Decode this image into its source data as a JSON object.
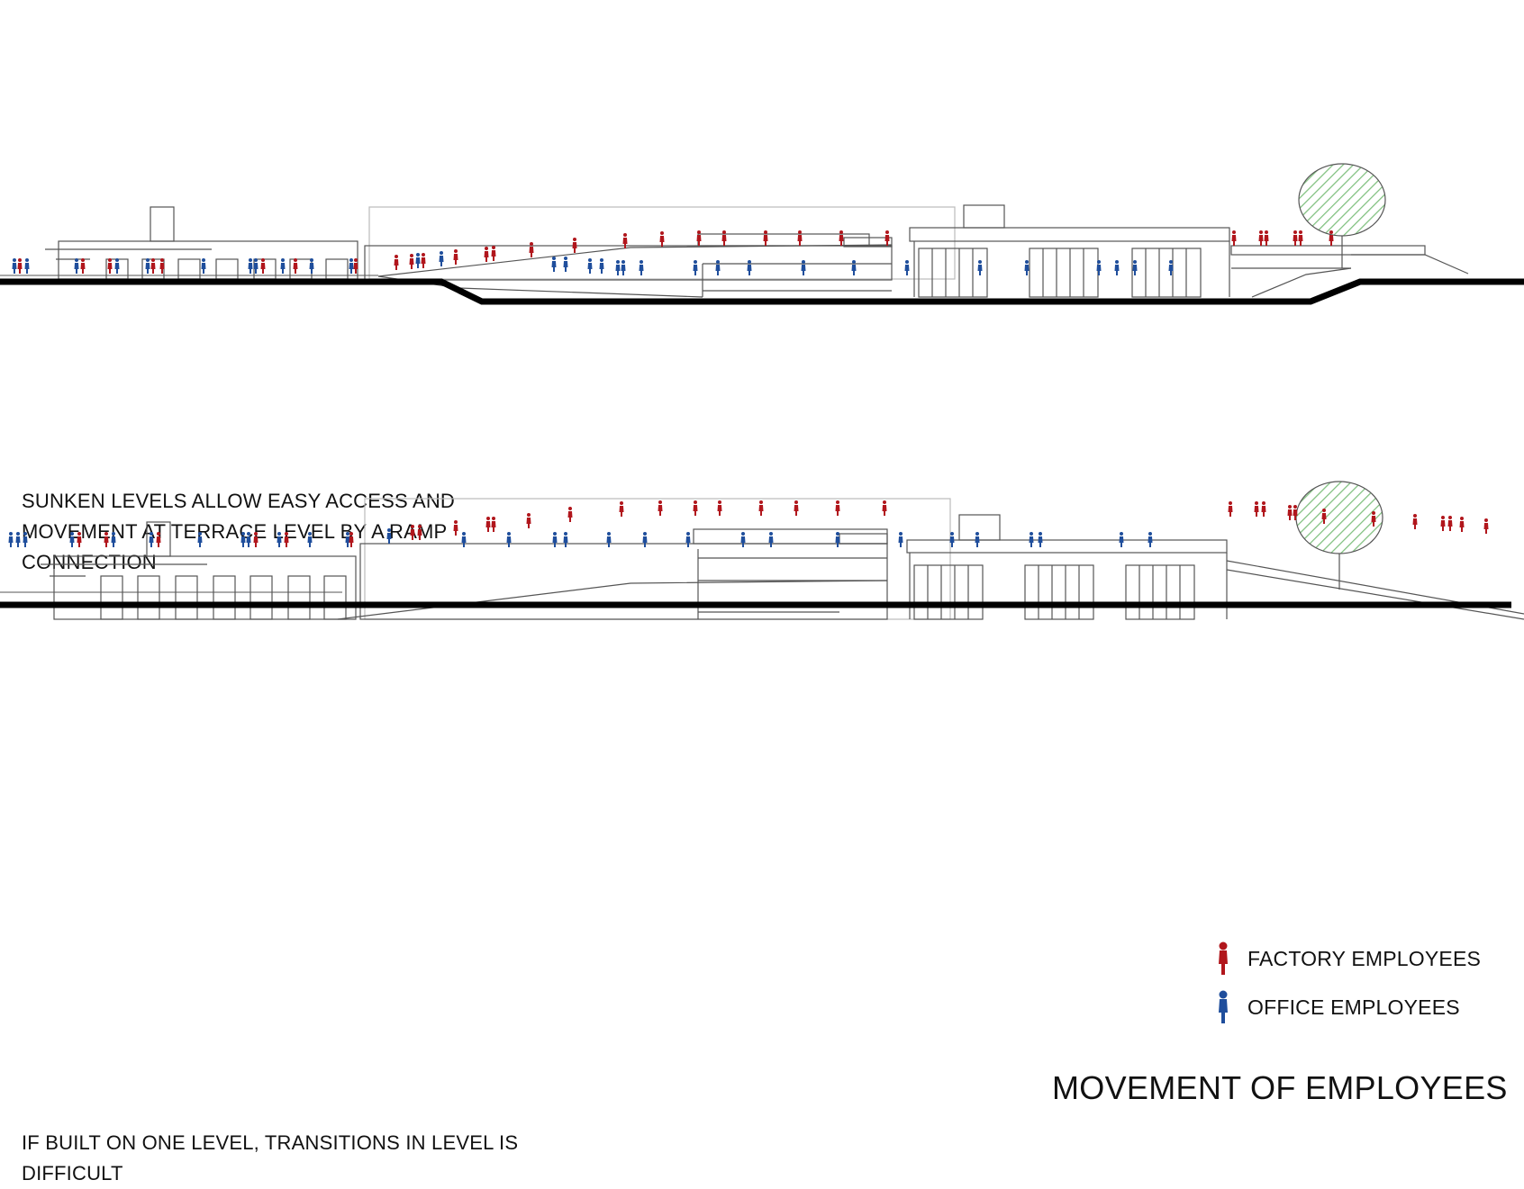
{
  "sections": [
    {
      "id": "sunken",
      "caption": "SUNKEN LEVELS ALLOW EASY ACCESS AND\nMOVEMENT AT TERRACE LEVEL BY A RAMP\nCONNECTION"
    },
    {
      "id": "one-level",
      "caption": "IF BUILT ON ONE LEVEL, TRANSITIONS IN LEVEL IS\nDIFFICULT"
    }
  ],
  "legend": [
    {
      "label": "FACTORY EMPLOYEES",
      "color": "#b1161c",
      "icon": "factory-employee-icon"
    },
    {
      "label": "OFFICE  EMPLOYEES",
      "color": "#1f4e9c",
      "icon": "office-employee-icon"
    }
  ],
  "title": "MOVEMENT OF EMPLOYEES",
  "colors": {
    "factory": "#b1161c",
    "office": "#1f4e9c",
    "tree_fill": "#8cc98a",
    "line": "#555555",
    "ground": "#000000"
  }
}
